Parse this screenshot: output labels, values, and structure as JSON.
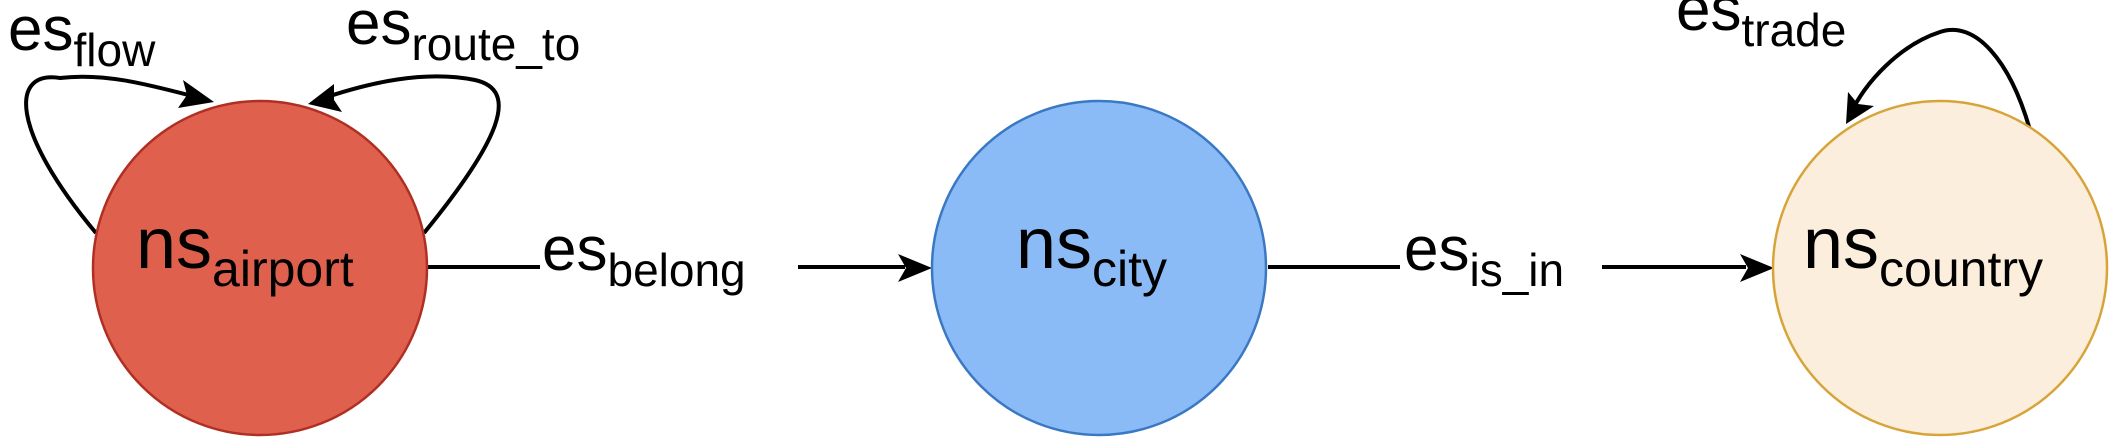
{
  "nodes": {
    "airport": {
      "prefix": "ns",
      "subscript": "airport",
      "fill": "#E0604E",
      "stroke": "#B02F24"
    },
    "city": {
      "prefix": "ns",
      "subscript": "city",
      "fill": "#8BBBF7",
      "stroke": "#3A78C3"
    },
    "country": {
      "prefix": "ns",
      "subscript": "country",
      "fill": "#FCEEDC",
      "stroke": "#D7A43A"
    }
  },
  "edges": {
    "flow": {
      "prefix": "es",
      "subscript": "flow"
    },
    "route_to": {
      "prefix": "es",
      "subscript": "route_to"
    },
    "belong": {
      "prefix": "es",
      "subscript": "belong"
    },
    "is_in": {
      "prefix": "es",
      "subscript": "is_in"
    },
    "trade": {
      "prefix": "es",
      "subscript": "trade"
    }
  }
}
